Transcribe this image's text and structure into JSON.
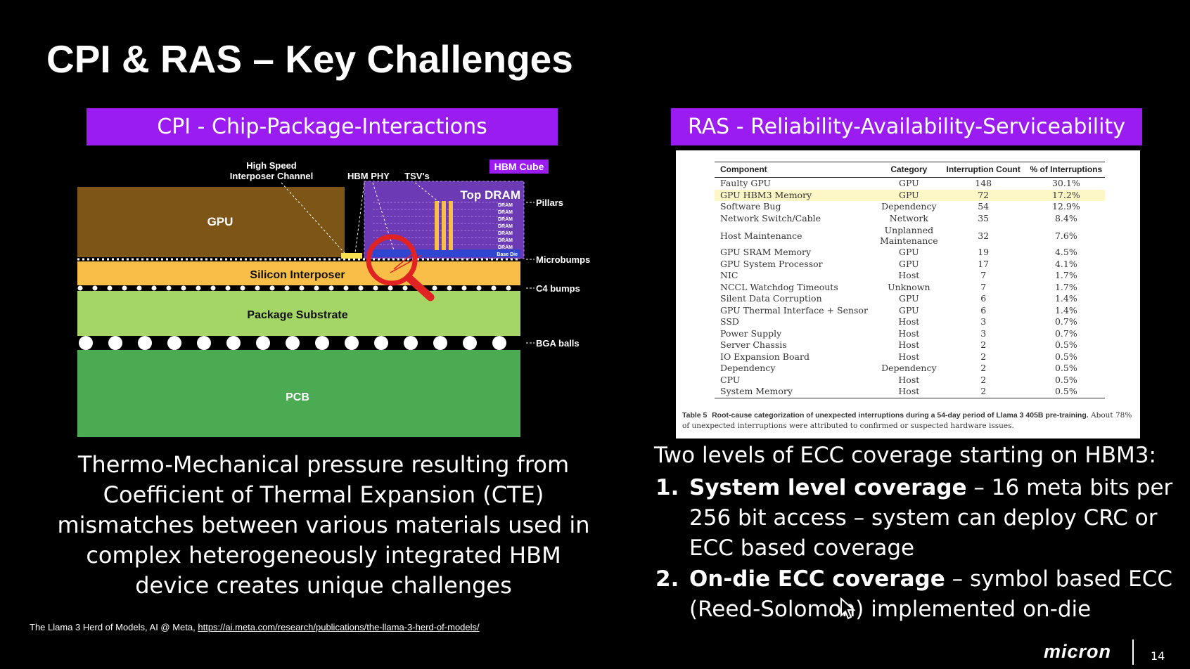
{
  "slide": {
    "title": "CPI & RAS – Key Challenges",
    "page_number": "14",
    "logo": "micron"
  },
  "cpi": {
    "banner": "CPI - Chip-Package-Interactions",
    "diagram": {
      "labels": {
        "high_speed_line1": "High Speed",
        "high_speed_line2": "Interposer Channel",
        "hbm_phy": "HBM PHY",
        "tsvs": "TSV's",
        "hbm_cube": "HBM Cube",
        "top_dram": "Top DRAM",
        "dram": "DRAM",
        "base_die": "Base Die",
        "gpu": "GPU",
        "silicon_interposer": "Silicon Interposer",
        "package_substrate": "Package Substrate",
        "pcb": "PCB",
        "pillars": "Pillars",
        "microbumps": "Microbumps",
        "c4_bumps": "C4 bumps",
        "bga_balls": "BGA balls"
      },
      "colors": {
        "gpu": "#7d5517",
        "interposer": "#f9be48",
        "substrate": "#a4d667",
        "pcb": "#4aab53",
        "hbm": "#6c3ab5",
        "base_die": "#3146d0",
        "magnifier": "#e02222"
      }
    },
    "description": "Thermo-Mechanical pressure resulting from Coefficient of Thermal Expansion (CTE) mismatches between various materials used in complex heterogeneously integrated HBM device creates unique challenges"
  },
  "ras": {
    "banner": "RAS - Reliability-Availability-Serviceability",
    "table": {
      "headers": [
        "Component",
        "Category",
        "Interruption Count",
        "% of Interruptions"
      ],
      "rows": [
        {
          "component": "Faulty GPU",
          "category": "GPU",
          "count": "148",
          "pct": "30.1%"
        },
        {
          "component": "GPU HBM3 Memory",
          "category": "GPU",
          "count": "72",
          "pct": "17.2%",
          "highlight": true
        },
        {
          "component": "Software Bug",
          "category": "Dependency",
          "count": "54",
          "pct": "12.9%"
        },
        {
          "component": "Network Switch/Cable",
          "category": "Network",
          "count": "35",
          "pct": "8.4%"
        },
        {
          "component": "Host Maintenance",
          "category": "Unplanned Maintenance",
          "count": "32",
          "pct": "7.6%",
          "tall": true
        },
        {
          "component": "GPU SRAM Memory",
          "category": "GPU",
          "count": "19",
          "pct": "4.5%"
        },
        {
          "component": "GPU System Processor",
          "category": "GPU",
          "count": "17",
          "pct": "4.1%"
        },
        {
          "component": "NIC",
          "category": "Host",
          "count": "7",
          "pct": "1.7%"
        },
        {
          "component": "NCCL Watchdog Timeouts",
          "category": "Unknown",
          "count": "7",
          "pct": "1.7%"
        },
        {
          "component": "Silent Data Corruption",
          "category": "GPU",
          "count": "6",
          "pct": "1.4%"
        },
        {
          "component": "GPU Thermal Interface + Sensor",
          "category": "GPU",
          "count": "6",
          "pct": "1.4%"
        },
        {
          "component": "SSD",
          "category": "Host",
          "count": "3",
          "pct": "0.7%"
        },
        {
          "component": "Power Supply",
          "category": "Host",
          "count": "3",
          "pct": "0.7%"
        },
        {
          "component": "Server Chassis",
          "category": "Host",
          "count": "2",
          "pct": "0.5%"
        },
        {
          "component": "IO Expansion Board",
          "category": "Host",
          "count": "2",
          "pct": "0.5%"
        },
        {
          "component": "Dependency",
          "category": "Dependency",
          "count": "2",
          "pct": "0.5%"
        },
        {
          "component": "CPU",
          "category": "Host",
          "count": "2",
          "pct": "0.5%"
        },
        {
          "component": "System Memory",
          "category": "Host",
          "count": "2",
          "pct": "0.5%"
        }
      ],
      "caption_label": "Table 5",
      "caption_bold": "Root-cause categorization of unexpected interruptions during a 54-day period of Llama 3 405B pre-training.",
      "caption_rest": " About 78% of unexpected interruptions were attributed to confirmed or suspected hardware issues."
    },
    "intro": "Two levels of ECC coverage starting on HBM3:",
    "items": [
      {
        "num": "1.",
        "bold": "System level coverage",
        "rest": " – 16 meta bits per 256 bit access – system can deploy CRC or ECC based coverage"
      },
      {
        "num": "2.",
        "bold": "On-die ECC coverage",
        "rest": " – symbol based ECC (Reed-Solomon) implemented on-die"
      }
    ]
  },
  "footnote": {
    "text": "The Llama 3 Herd of Models, AI @ Meta, ",
    "link": "https://ai.meta.com/research/publications/the-llama-3-herd-of-models/"
  }
}
